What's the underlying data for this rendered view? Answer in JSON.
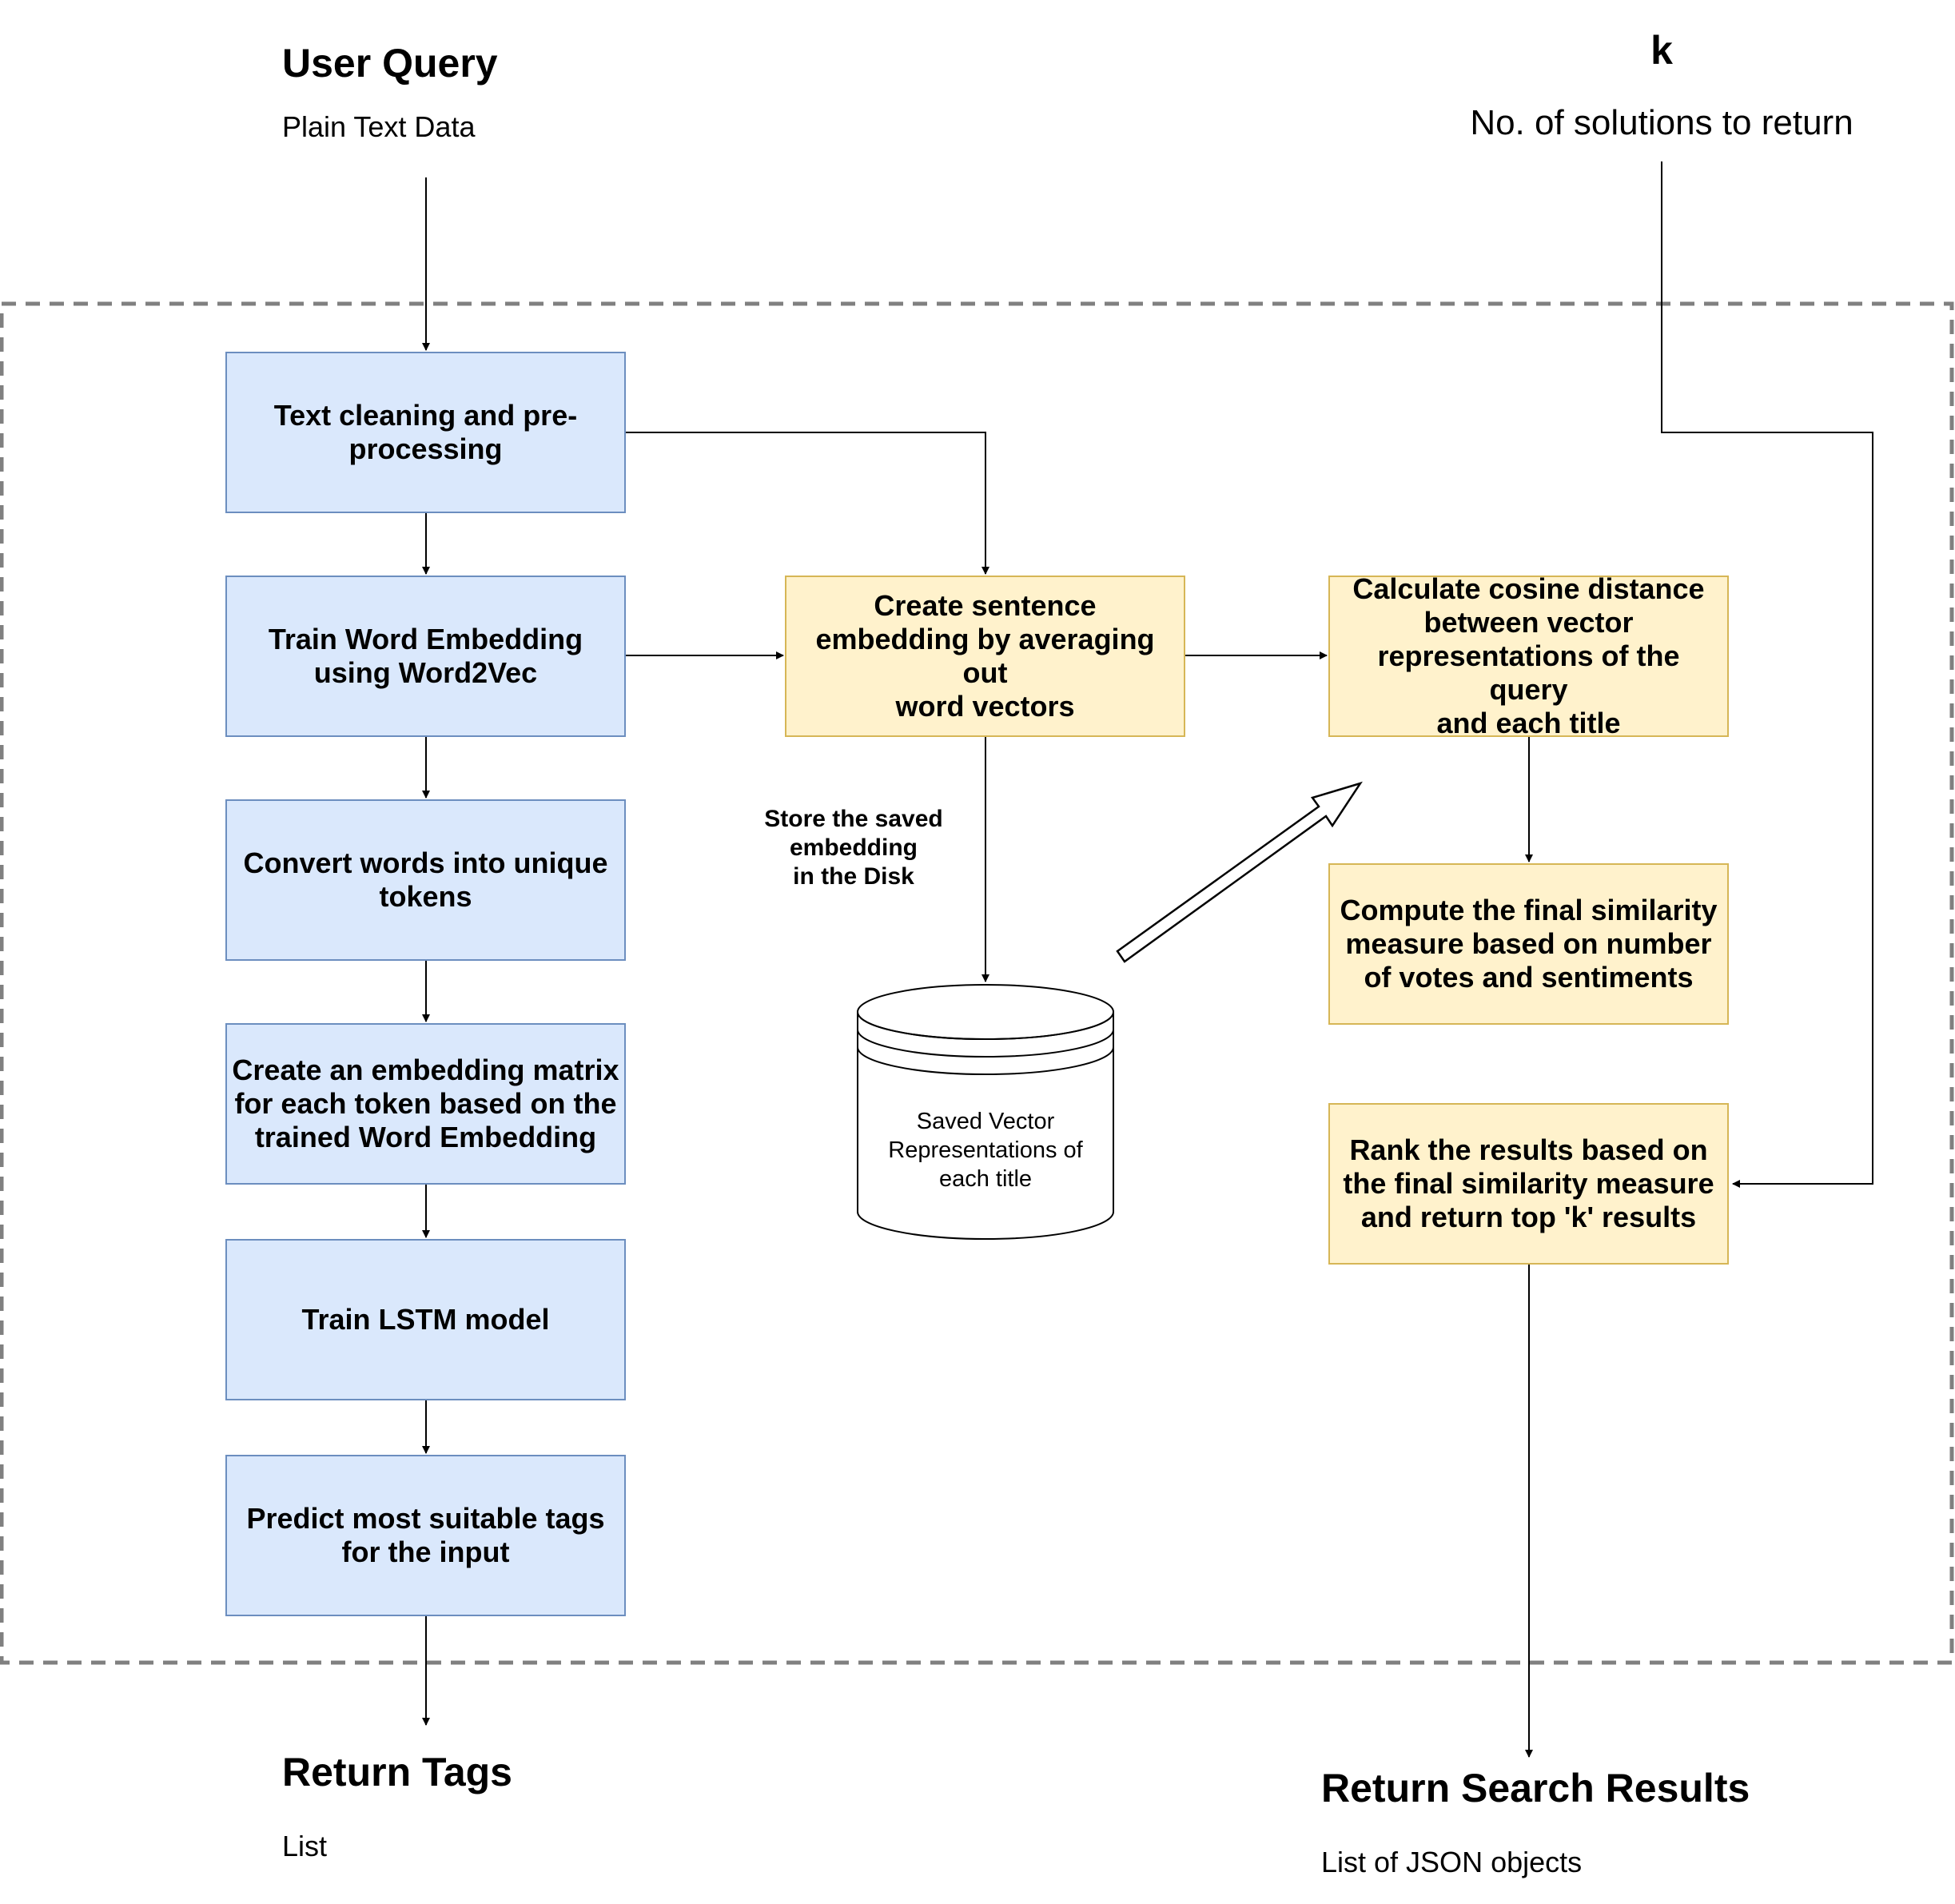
{
  "inputs": {
    "query_title": "User Query",
    "query_subtitle": "Plain Text Data",
    "k_title": "k",
    "k_subtitle": "No. of solutions to return"
  },
  "outputs": {
    "tags_title": "Return Tags",
    "tags_subtitle": "List",
    "results_title": "Return Search Results",
    "results_subtitle": "List of JSON objects"
  },
  "pipeline": [
    "Text cleaning and pre-\nprocessing",
    "Train Word Embedding\nusing Word2Vec",
    "Convert words into unique\ntokens",
    "Create an embedding matrix\nfor each token based on the\ntrained Word Embedding",
    "Train LSTM model",
    "Predict most suitable tags\nfor the input"
  ],
  "search": {
    "sentence_embedding": "Create sentence\nembedding by averaging out\nword vectors",
    "cosine": "Calculate cosine distance\nbetween vector\nrepresentations of the query\nand each title",
    "similarity": "Compute the final similarity\nmeasure based on number\nof votes and sentiments",
    "rank": "Rank the results based on\nthe final similarity measure\nand return top 'k' results",
    "store_label": "Store the saved\nembedding\nin the Disk",
    "db_label": "Saved Vector\nRepresentations of\neach title"
  },
  "colors": {
    "pipeline_fill": "#dae8fc",
    "pipeline_stroke": "#6c8ebf",
    "search_fill": "#fff2cc",
    "search_stroke": "#d6b656",
    "boundary": "#808080"
  }
}
